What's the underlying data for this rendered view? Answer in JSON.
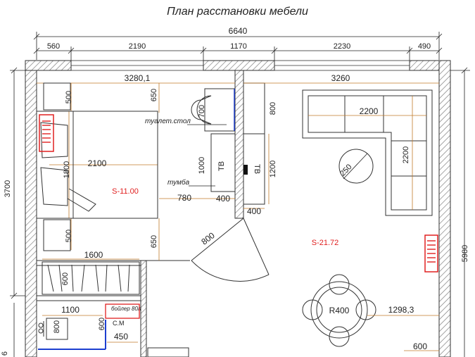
{
  "title": "План расстановки мебели",
  "dims": {
    "total_width": "6640",
    "seg_1": "560",
    "seg_2": "2190",
    "seg_3": "1170",
    "seg_4": "2230",
    "seg_5": "490",
    "bedroom_width": "3280,1",
    "living_width": "3260",
    "height_left": "3700",
    "height_right": "5980",
    "height_bottom_left": "6",
    "bed_top_gap": "500",
    "bed_bottom_gap": "500",
    "bed_length": "2100",
    "bed_width": "1800",
    "toilet_table_h": "650",
    "toilet_table_w": "700",
    "cabinet_h": "800",
    "tv_stand_h": "1000",
    "tv_wall_h": "1200",
    "stand_w": "780",
    "tv_depth": "400",
    "tv_depth_2": "400",
    "lower_650": "650",
    "door_800": "800",
    "wardrobe_w": "1600",
    "wardrobe_d": "600",
    "bath_w": "1100",
    "bath_h": "800",
    "bath_h2": "600",
    "bath_450": "450",
    "sofa_w": "2200",
    "sofa_h": "2200",
    "table_d": "250",
    "dining_r": "R400",
    "dining_gap": "1298,3",
    "bottom_600": "600"
  },
  "labels": {
    "toilet_table": "туалет.стол",
    "stand": "тумба",
    "tv_1": "ТВ",
    "tv_2": "ТВ",
    "bedroom_area": "S-11.00",
    "living_area": "S-21.72",
    "boiler": "бойлер 80л",
    "washer": "С.М"
  },
  "colors": {
    "wall_hatch": "#888888",
    "dimension": "#c07a2a",
    "area_label": "#e02020",
    "radiator": "#e02020",
    "blue_line": "#1d3fd0"
  }
}
